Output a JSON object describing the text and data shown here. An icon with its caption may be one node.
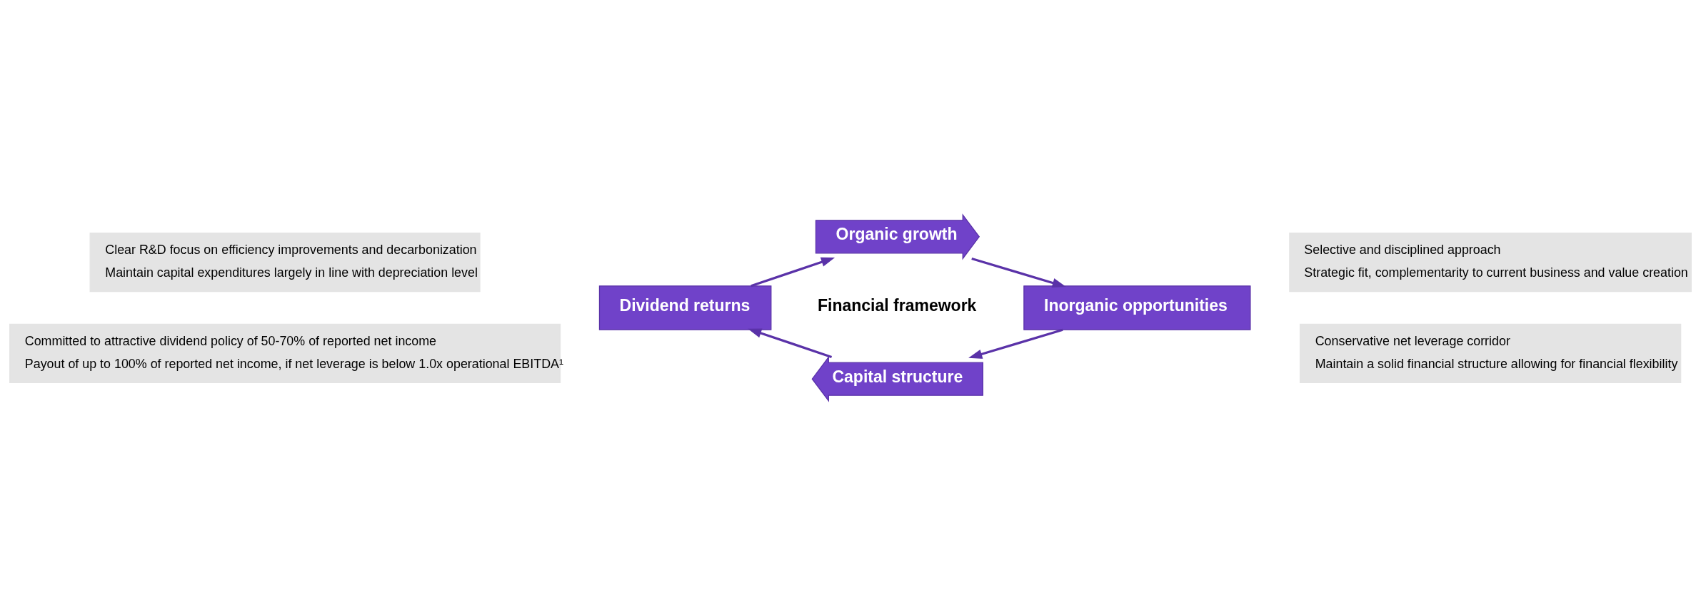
{
  "diagram": {
    "nodes": [
      {
        "text": [
          "Clear R&D focus on efficiency improvements and decarbonization",
          "Maintain capital expenditures largely in line with depreciation level"
        ]
      },
      {
        "text": [
          "Organic growth"
        ]
      },
      {
        "text": [
          "Selective and disciplined approach",
          "Strategic fit, complementarity to current business and value creation"
        ]
      },
      {
        "text": [
          "Inorganic opportunities"
        ]
      },
      {
        "text": [
          "Financial framework"
        ]
      },
      {
        "text": [
          "Dividend returns"
        ]
      },
      {
        "text": [
          "Committed to attractive dividend policy of 50-70% of reported net income",
          "Payout of up to 100% of reported net income, if net leverage is below 1.0x operational EBITDA¹"
        ]
      },
      {
        "text": [
          "Capital structure"
        ]
      },
      {
        "text": [
          "Conservative net leverage corridor",
          "Maintain a solid financial structure allowing for financial flexibility"
        ]
      }
    ],
    "edges": [
      {
        "from": 1,
        "to": 3,
        "arrow": "to"
      },
      {
        "from": 3,
        "to": 7,
        "arrow": "to"
      },
      {
        "from": 7,
        "to": 5,
        "arrow": "to"
      },
      {
        "from": 5,
        "to": 1,
        "arrow": "to"
      }
    ]
  }
}
